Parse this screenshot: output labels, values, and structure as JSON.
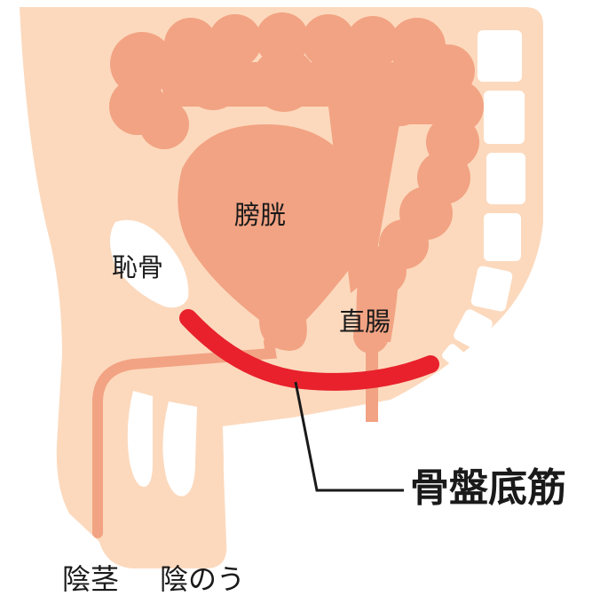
{
  "labels": {
    "bladder": "膀胱",
    "pubic_bone": "恥骨",
    "rectum": "直腸",
    "pelvic_floor_muscle": "骨盤底筋",
    "penis": "陰茎",
    "scrotum": "陰のう"
  },
  "colors": {
    "body": "#fcd9bd",
    "organ": "#f2a383",
    "muscle": "#e8212c",
    "bone": "#ffffff",
    "line": "#1a1a1a",
    "text": "#1a1a1a"
  }
}
